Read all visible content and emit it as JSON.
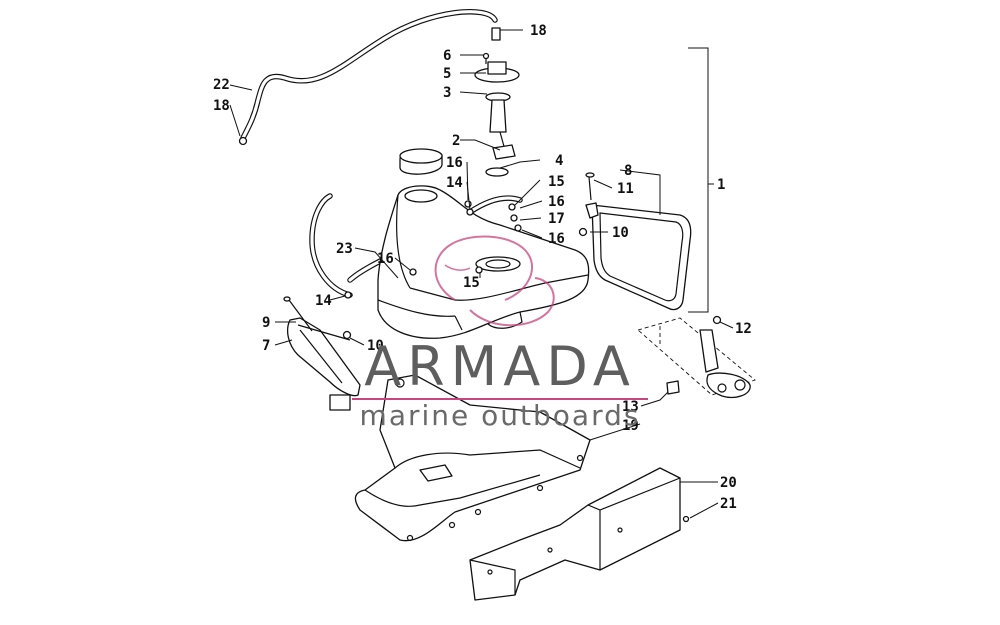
{
  "watermark": {
    "name": "ARMADA",
    "tagline": "marine outboards",
    "accent_color": "#c8457f"
  },
  "callouts": {
    "c1": "1",
    "c2": "2",
    "c3": "3",
    "c4": "4",
    "c5": "5",
    "c6": "6",
    "c7": "7",
    "c8": "8",
    "c9": "9",
    "c10a": "10",
    "c10b": "10",
    "c11": "11",
    "c12": "12",
    "c13": "13",
    "c14a": "14",
    "c14b": "14",
    "c15a": "15",
    "c15b": "15",
    "c16a": "16",
    "c16b": "16",
    "c16c": "16",
    "c16d": "16",
    "c17": "17",
    "c18a": "18",
    "c18b": "18",
    "c19": "19",
    "c20": "20",
    "c21": "21",
    "c22": "22",
    "c23": "23"
  }
}
